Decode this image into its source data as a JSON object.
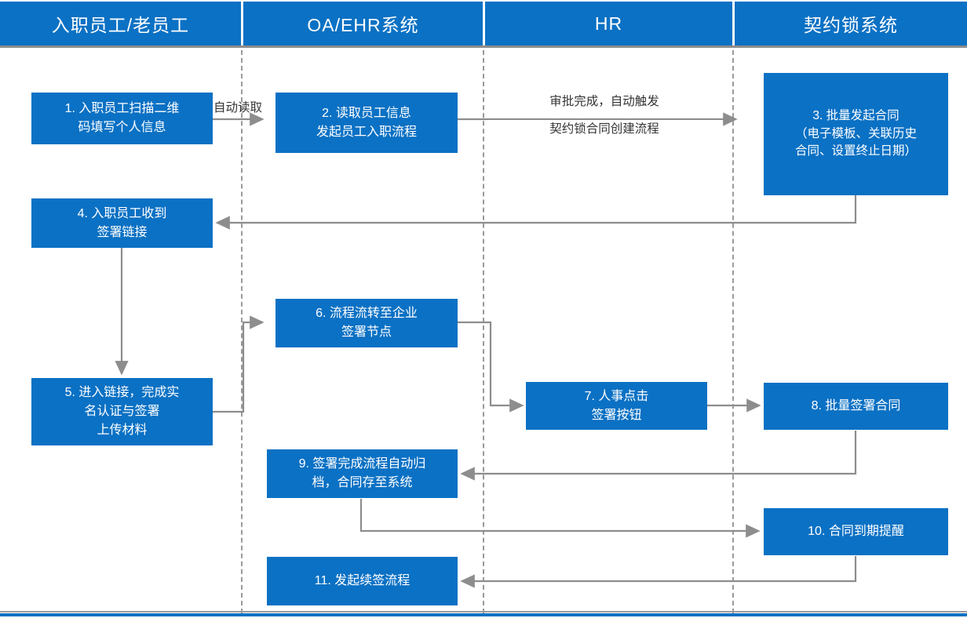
{
  "diagram": {
    "title_lanes": [
      {
        "id": "lane-employee",
        "label": "入职员工/老员工"
      },
      {
        "id": "lane-oa-ehr",
        "label": "OA/EHR系统"
      },
      {
        "id": "lane-hr",
        "label": "HR"
      },
      {
        "id": "lane-qiyuesuo",
        "label": "契约锁系统"
      }
    ],
    "colors": {
      "lane_header_bg": "#0b71c4",
      "node_bg": "#0b71c4",
      "node_text": "#ffffff",
      "connector": "#8d8d8d",
      "dashed_separator": "#9a9a9a",
      "label_text": "#333333"
    },
    "nodes": [
      {
        "id": "node-1",
        "lane": "lane-employee",
        "text_lines": [
          "1. 入职员工扫描二维",
          "码填写个人信息"
        ]
      },
      {
        "id": "node-2",
        "lane": "lane-oa-ehr",
        "text_lines": [
          "2. 读取员工信息",
          "发起员工入职流程"
        ]
      },
      {
        "id": "node-3",
        "lane": "lane-qiyuesuo",
        "text_lines": [
          "3. 批量发起合同",
          "（电子模板、关联历史",
          "合同、设置终止日期）"
        ]
      },
      {
        "id": "node-4",
        "lane": "lane-employee",
        "text_lines": [
          "4. 入职员工收到",
          "签署链接"
        ]
      },
      {
        "id": "node-5",
        "lane": "lane-employee",
        "text_lines": [
          "5. 进入链接，完成实",
          "名认证与签署",
          "上传材料"
        ]
      },
      {
        "id": "node-6",
        "lane": "lane-oa-ehr",
        "text_lines": [
          "6. 流程流转至企业",
          "签署节点"
        ]
      },
      {
        "id": "node-7",
        "lane": "lane-hr",
        "text_lines": [
          "7. 人事点击",
          "签署按钮"
        ]
      },
      {
        "id": "node-8",
        "lane": "lane-qiyuesuo",
        "text_lines": [
          "8. 批量签署合同"
        ]
      },
      {
        "id": "node-9",
        "lane": "lane-oa-ehr",
        "text_lines": [
          "9. 签署完成流程自动归",
          "档，合同存至系统"
        ]
      },
      {
        "id": "node-10",
        "lane": "lane-qiyuesuo",
        "text_lines": [
          "10. 合同到期提醒"
        ]
      },
      {
        "id": "node-11",
        "lane": "lane-oa-ehr",
        "text_lines": [
          "11. 发起续签流程"
        ]
      }
    ],
    "edge_labels": [
      {
        "id": "edge-label-auto-read",
        "text_lines": [
          "自动读取"
        ],
        "from": "node-1",
        "to": "node-2"
      },
      {
        "id": "edge-label-approval",
        "text_lines": [
          "审批完成，自动触发",
          "契约锁合同创建流程"
        ],
        "from": "node-2",
        "to": "node-3"
      }
    ]
  }
}
